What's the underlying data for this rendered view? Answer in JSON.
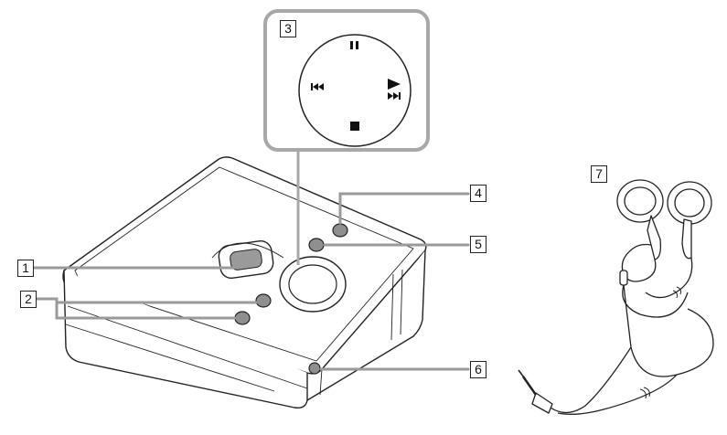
{
  "diagram": {
    "callouts": [
      {
        "id": "1",
        "label": "1"
      },
      {
        "id": "2",
        "label": "2"
      },
      {
        "id": "3",
        "label": "3"
      },
      {
        "id": "4",
        "label": "4"
      },
      {
        "id": "5",
        "label": "5"
      },
      {
        "id": "6",
        "label": "6"
      },
      {
        "id": "7",
        "label": "7"
      }
    ],
    "control_pad_icons": {
      "top": "pause-icon",
      "left": "previous-track-icon",
      "right": "play-next-track-icon",
      "bottom": "stop-icon"
    },
    "colors": {
      "line": "#222222",
      "callout_line": "#9a9a9a",
      "zoom_frame": "#a8a8a8",
      "button_fill": "#8f8f8f",
      "body_fill": "#ffffff"
    }
  }
}
